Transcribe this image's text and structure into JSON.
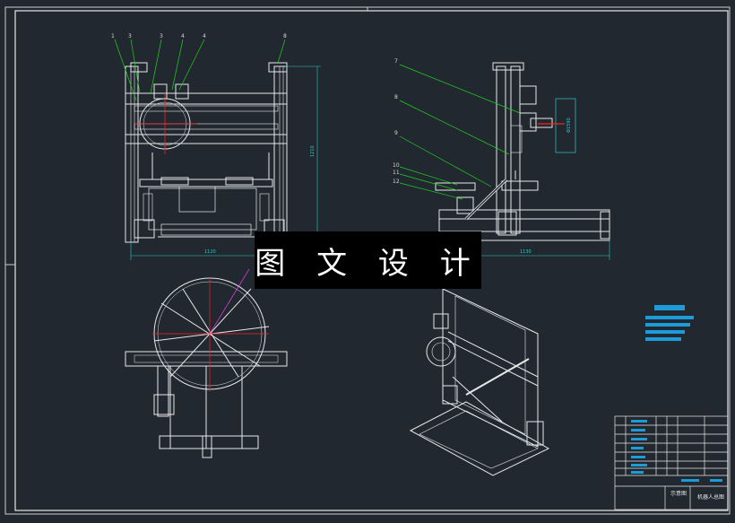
{
  "watermark": "图 文 设 计",
  "callouts": [
    "1",
    "3",
    "3",
    "4",
    "4",
    "8",
    "7",
    "8",
    "9",
    "10",
    "11",
    "12"
  ],
  "dimensions": {
    "front_width": "1120",
    "front_height": "1210",
    "side_width": "1130",
    "motor_box": "Φ1590"
  },
  "notes": {
    "title": "技术要求",
    "lines": [
      "1.未注尺寸...",
      "2.装配后...",
      "3.各零件...",
      "4.装配完毕..."
    ]
  },
  "title_block": {
    "name": "示意图",
    "drawing_title": "机器人总图"
  },
  "colors": {
    "background": "#212830",
    "line": "#e8e8e8",
    "green": "#1fd21f",
    "cyan": "#2fc7c7",
    "red": "#ff2020",
    "magenta": "#ff40ff"
  }
}
